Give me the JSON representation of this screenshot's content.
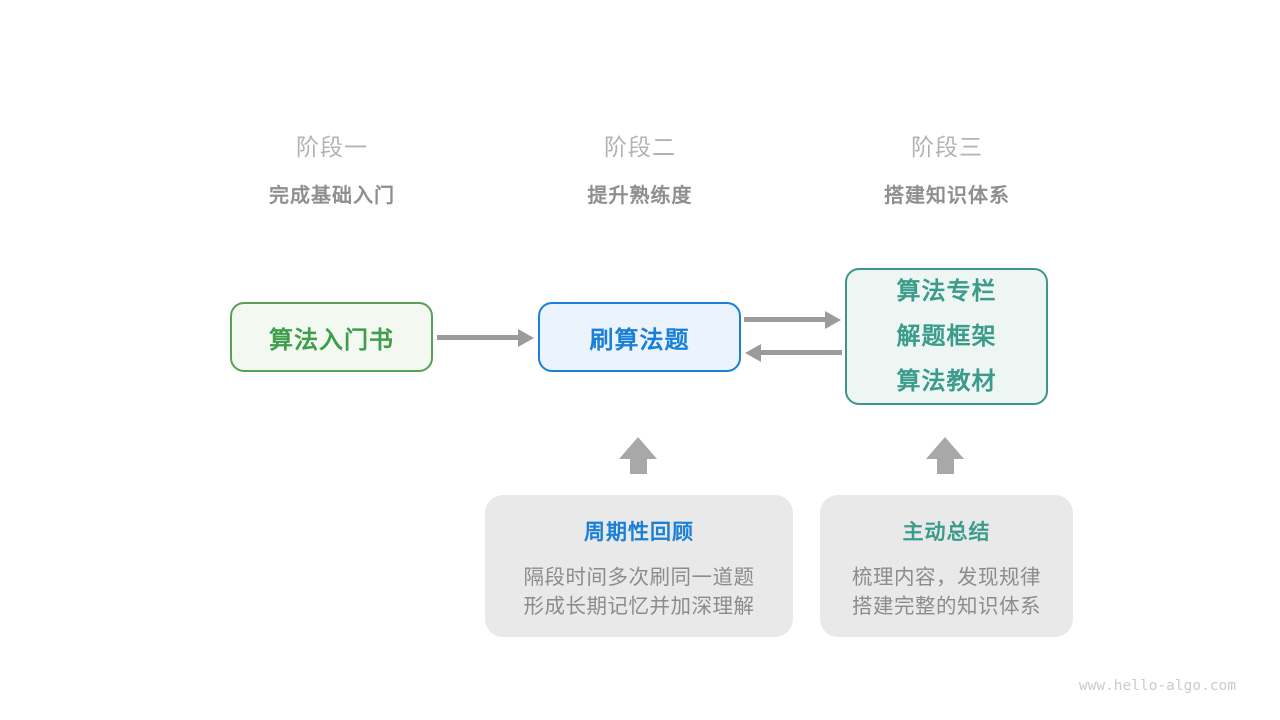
{
  "stages": [
    {
      "label": "阶段一",
      "subtitle": "完成基础入门"
    },
    {
      "label": "阶段二",
      "subtitle": "提升熟练度"
    },
    {
      "label": "阶段三",
      "subtitle": "搭建知识体系"
    }
  ],
  "boxes": {
    "intro_book": {
      "label": "算法入门书"
    },
    "practice": {
      "label": "刷算法题"
    },
    "resources": {
      "lines": [
        "算法专栏",
        "解题框架",
        "算法教材"
      ]
    }
  },
  "notes": [
    {
      "title": "周期性回顾",
      "lines": [
        "隔段时间多次刷同一道题",
        "形成长期记忆并加深理解"
      ]
    },
    {
      "title": "主动总结",
      "lines": [
        "梳理内容，发现规律",
        "搭建完整的知识体系"
      ]
    }
  ],
  "watermark": "www.hello-algo.com",
  "colors": {
    "stage_label": "#b3b3b3",
    "stage_subtitle": "#8f8f8f",
    "green_border": "#57a156",
    "green_text": "#3f9e4c",
    "green_fill": "#f3f8f0",
    "blue_accent": "#1a7fd6",
    "blue_fill": "#ebf4fc",
    "teal_border": "#3e968b",
    "teal_text": "#3b9c8c",
    "teal_fill": "#eef6f3",
    "arrow_gray": "#9b9b9b",
    "block_arrow_gray": "#a8a8a8",
    "note_fill": "#e9e9e9",
    "note_body_text": "#8c8c8c",
    "watermark_text": "#cbcbcb"
  }
}
